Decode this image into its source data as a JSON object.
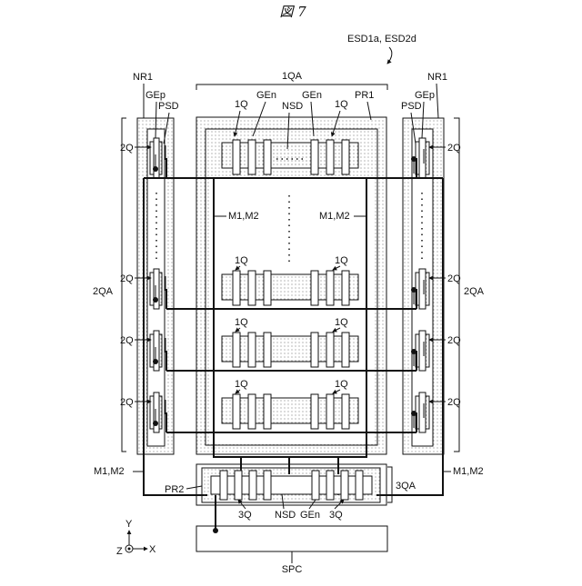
{
  "figure": {
    "title": "図 7",
    "reference": "ESD1a, ESD2d"
  },
  "labels": {
    "qa1": "1QA",
    "q1": "1Q",
    "gen": "GEn",
    "nsd": "NSD",
    "pr1": "PR1",
    "nr1": "NR1",
    "gep": "GEp",
    "psd": "PSD",
    "q2": "2Q",
    "qa2": "2QA",
    "m1m2": "M1,M2",
    "pr2": "PR2",
    "qa3": "3QA",
    "q3": "3Q",
    "spc": "SPC",
    "ellipsis_h": "......",
    "ellipsis_v": "⋮"
  },
  "axes": {
    "y": "Y",
    "z": "Z",
    "x": "X"
  }
}
